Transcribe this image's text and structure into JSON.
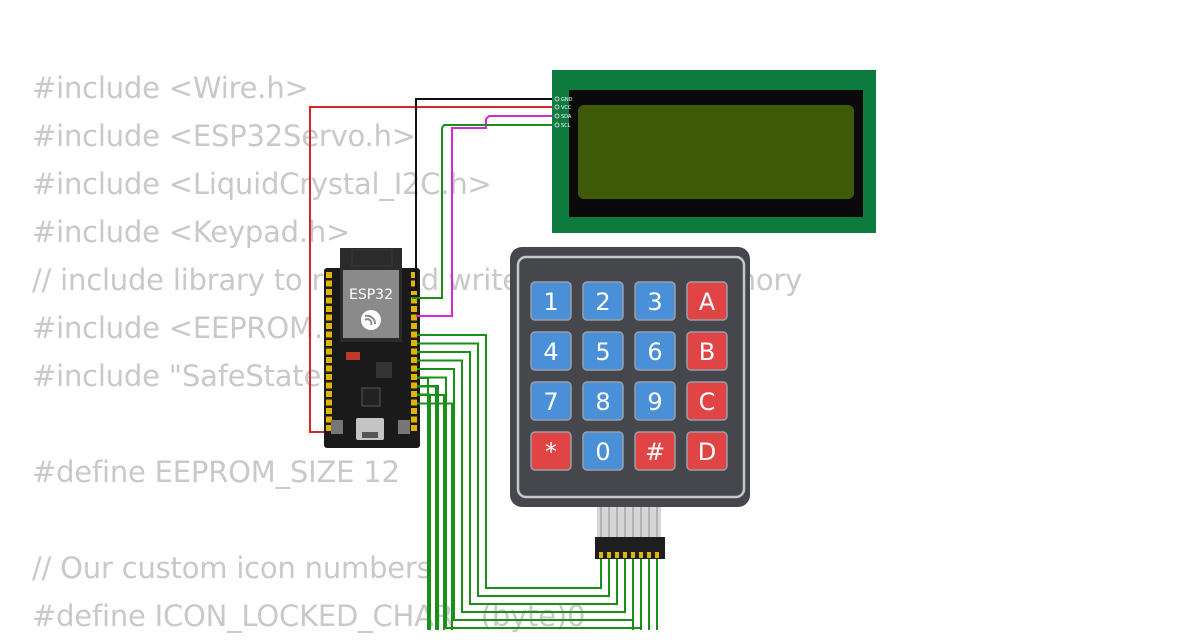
{
  "code_lines": [
    "#include <Wire.h>",
    "#include <ESP32Servo.h>",
    "#include <LiquidCrystal_I2C.h>",
    "#include <Keypad.h>",
    "// include library to read and write from flash memory",
    "#include <EEPROM.h>",
    "#include \"SafeState.h\"",
    "",
    "#define EEPROM_SIZE 12",
    "",
    "// Our custom icon numbers",
    "#define ICON_LOCKED_CHAR   (byte)0"
  ],
  "esp32": {
    "label": "ESP32"
  },
  "lcd": {
    "pins": [
      "GND",
      "VCC",
      "SDA",
      "SCL"
    ]
  },
  "keypad": {
    "keys": [
      [
        "1",
        "2",
        "3",
        "A"
      ],
      [
        "4",
        "5",
        "6",
        "B"
      ],
      [
        "7",
        "8",
        "9",
        "C"
      ],
      [
        "*",
        "0",
        "#",
        "D"
      ]
    ]
  },
  "colors": {
    "code_text": "#c9c9c9",
    "wire_red": "#d32626",
    "wire_black": "#111111",
    "wire_green": "#1a8f1a",
    "wire_magenta": "#d22bd2",
    "lcd_board": "#0d7a3e",
    "lcd_screen": "#3f5a06",
    "keypad_body": "#45474c",
    "key_blue": "#4a90d9",
    "key_red": "#e04444"
  }
}
